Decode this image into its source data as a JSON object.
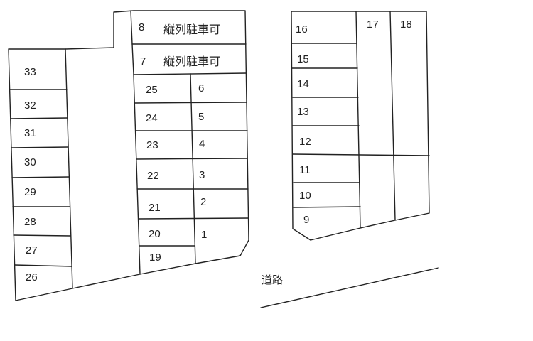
{
  "spaces": {
    "s1": "1",
    "s2": "2",
    "s3": "3",
    "s4": "4",
    "s5": "5",
    "s6": "6",
    "s7": "7",
    "s8": "8",
    "s9": "9",
    "s10": "10",
    "s11": "11",
    "s12": "12",
    "s13": "13",
    "s14": "14",
    "s15": "15",
    "s16": "16",
    "s17": "17",
    "s18": "18",
    "s19": "19",
    "s20": "20",
    "s21": "21",
    "s22": "22",
    "s23": "23",
    "s24": "24",
    "s25": "25",
    "s26": "26",
    "s27": "27",
    "s28": "28",
    "s29": "29",
    "s30": "30",
    "s31": "31",
    "s32": "32",
    "s33": "33"
  },
  "notes": {
    "tandem_parking_8": "縦列駐車可",
    "tandem_parking_7": "縦列駐車可"
  },
  "road_label": "道路"
}
